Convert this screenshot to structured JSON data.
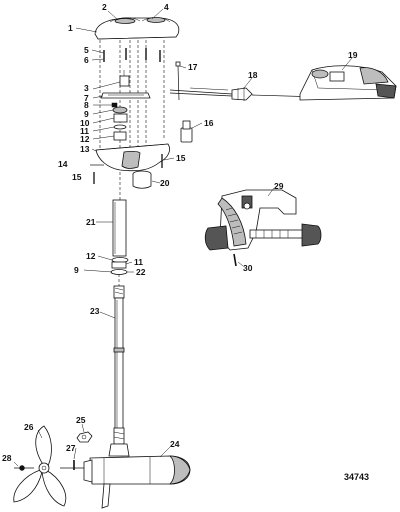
{
  "figure_number": "34743",
  "callouts": [
    {
      "id": "c1",
      "label": "1"
    },
    {
      "id": "c2",
      "label": "2"
    },
    {
      "id": "c3",
      "label": "3"
    },
    {
      "id": "c4",
      "label": "4"
    },
    {
      "id": "c5",
      "label": "5"
    },
    {
      "id": "c6",
      "label": "6"
    },
    {
      "id": "c7",
      "label": "7"
    },
    {
      "id": "c8",
      "label": "8"
    },
    {
      "id": "c9",
      "label": "9"
    },
    {
      "id": "c9b",
      "label": "9"
    },
    {
      "id": "c10",
      "label": "10"
    },
    {
      "id": "c11",
      "label": "11"
    },
    {
      "id": "c11b",
      "label": "11"
    },
    {
      "id": "c12",
      "label": "12"
    },
    {
      "id": "c12b",
      "label": "12"
    },
    {
      "id": "c13",
      "label": "13"
    },
    {
      "id": "c14",
      "label": "14"
    },
    {
      "id": "c15",
      "label": "15"
    },
    {
      "id": "c15b",
      "label": "15"
    },
    {
      "id": "c16",
      "label": "16"
    },
    {
      "id": "c17",
      "label": "17"
    },
    {
      "id": "c18",
      "label": "18"
    },
    {
      "id": "c19",
      "label": "19"
    },
    {
      "id": "c20",
      "label": "20"
    },
    {
      "id": "c21",
      "label": "21"
    },
    {
      "id": "c22",
      "label": "22"
    },
    {
      "id": "c23",
      "label": "23"
    },
    {
      "id": "c24",
      "label": "24"
    },
    {
      "id": "c25",
      "label": "25"
    },
    {
      "id": "c26",
      "label": "26"
    },
    {
      "id": "c27",
      "label": "27"
    },
    {
      "id": "c28",
      "label": "28"
    },
    {
      "id": "c29",
      "label": "29"
    },
    {
      "id": "c30",
      "label": "30"
    }
  ]
}
